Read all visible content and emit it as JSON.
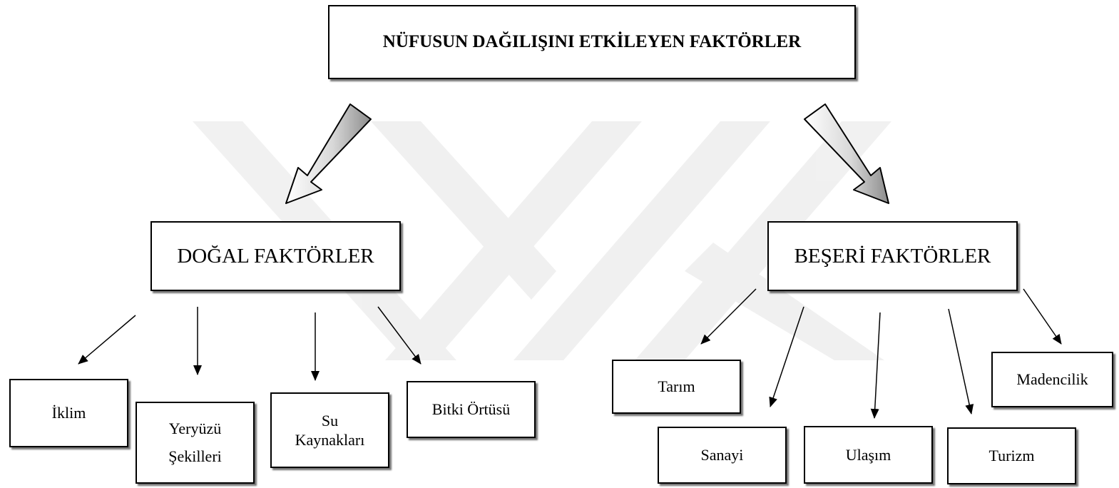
{
  "title": "NÜFUSUN DAĞILIŞINI ETKİLEYEN FAKTÖRLER",
  "categories": {
    "natural": {
      "label": "DOĞAL FAKTÖRLER",
      "items": [
        "İklim",
        "Yeryüzü\nŞekilleri",
        "Su\nKaynakları",
        "Bitki Örtüsü"
      ]
    },
    "human": {
      "label": "BEŞERİ FAKTÖRLER",
      "items": [
        "Tarım",
        "Sanayi",
        "Ulaşım",
        "Turizm",
        "Madencilik"
      ]
    }
  },
  "colors": {
    "stroke": "#000000",
    "fill": "#ffffff",
    "watermark": "#ececec",
    "arrow_shade_dark": "#9a9a9a"
  }
}
